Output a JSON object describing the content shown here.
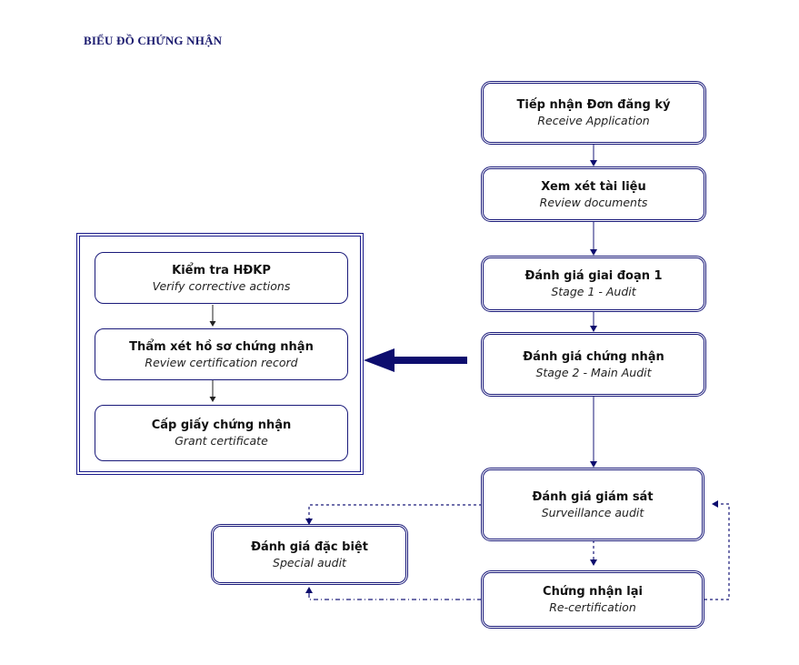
{
  "title": "BIỂU ĐỒ CHỨNG NHẬN",
  "colors": {
    "accent": "#1a1a7a",
    "title": "#1a1a6e",
    "arrow": "#0d0d6e"
  },
  "main_flow": [
    {
      "vi": "Tiếp nhận Đơn đăng ký",
      "en": "Receive Application"
    },
    {
      "vi": "Xem xét tài liệu",
      "en": "Review documents"
    },
    {
      "vi": "Đánh giá giai đoạn 1",
      "en": "Stage 1 - Audit"
    },
    {
      "vi": "Đánh giá chứng nhận",
      "en": "Stage 2 - Main Audit"
    },
    {
      "vi": "Đánh giá giám sát",
      "en": "Surveillance audit"
    },
    {
      "vi": "Chứng nhận lại",
      "en": "Re-certification"
    }
  ],
  "certification_group": [
    {
      "vi": "Kiểm tra HĐKP",
      "en": "Verify corrective actions"
    },
    {
      "vi": "Thẩm xét hồ sơ chứng nhận",
      "en": "Review certification record"
    },
    {
      "vi": "Cấp giấy chứng nhận",
      "en": "Grant certificate"
    }
  ],
  "special": {
    "vi": "Đánh giá đặc biệt",
    "en": "Special audit"
  }
}
